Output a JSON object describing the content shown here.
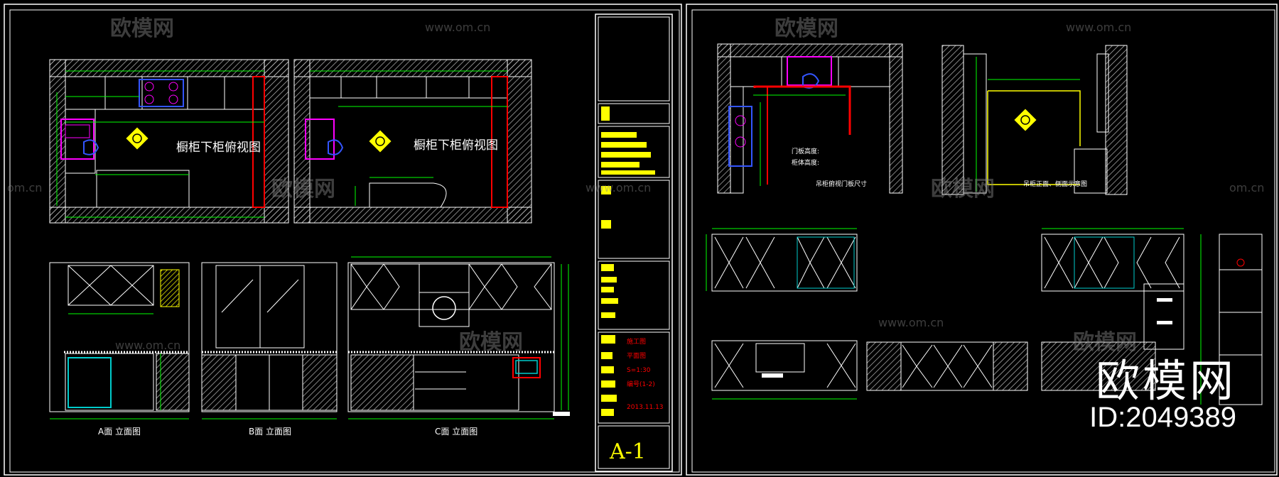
{
  "watermark": {
    "brand": "欧模网",
    "url": "www.om.cn",
    "url_short": "om.cn",
    "big_brand": "欧模网",
    "id_text": "ID:2049389"
  },
  "left_sheet": {
    "plan1_title": "橱柜下柜俯视图",
    "plan2_title": "橱柜下柜俯视图",
    "elev_a_title": "A面 立面图",
    "elev_b_title": "B面 立面图",
    "elev_c_title": "C面 立面图"
  },
  "title_block": {
    "red_rows": [
      "施工图",
      "平面图",
      "S=1:30",
      "编号(1-2)",
      "2013.11.13"
    ],
    "sheet_no": "A-1"
  },
  "right_sheet": {
    "note1": "门板高度:",
    "note2": "柜体高度:",
    "note3": "吊柜俯视门板尺寸",
    "note4": "吊柜正面、侧面示意图"
  },
  "colors": {
    "frame": "#ffffff",
    "dimension": "#00ff00",
    "accent_yellow": "#ffff00",
    "accent_red": "#ff0000",
    "accent_magenta": "#ff00ff",
    "accent_blue": "#3355ff",
    "accent_cyan": "#00cccc"
  }
}
